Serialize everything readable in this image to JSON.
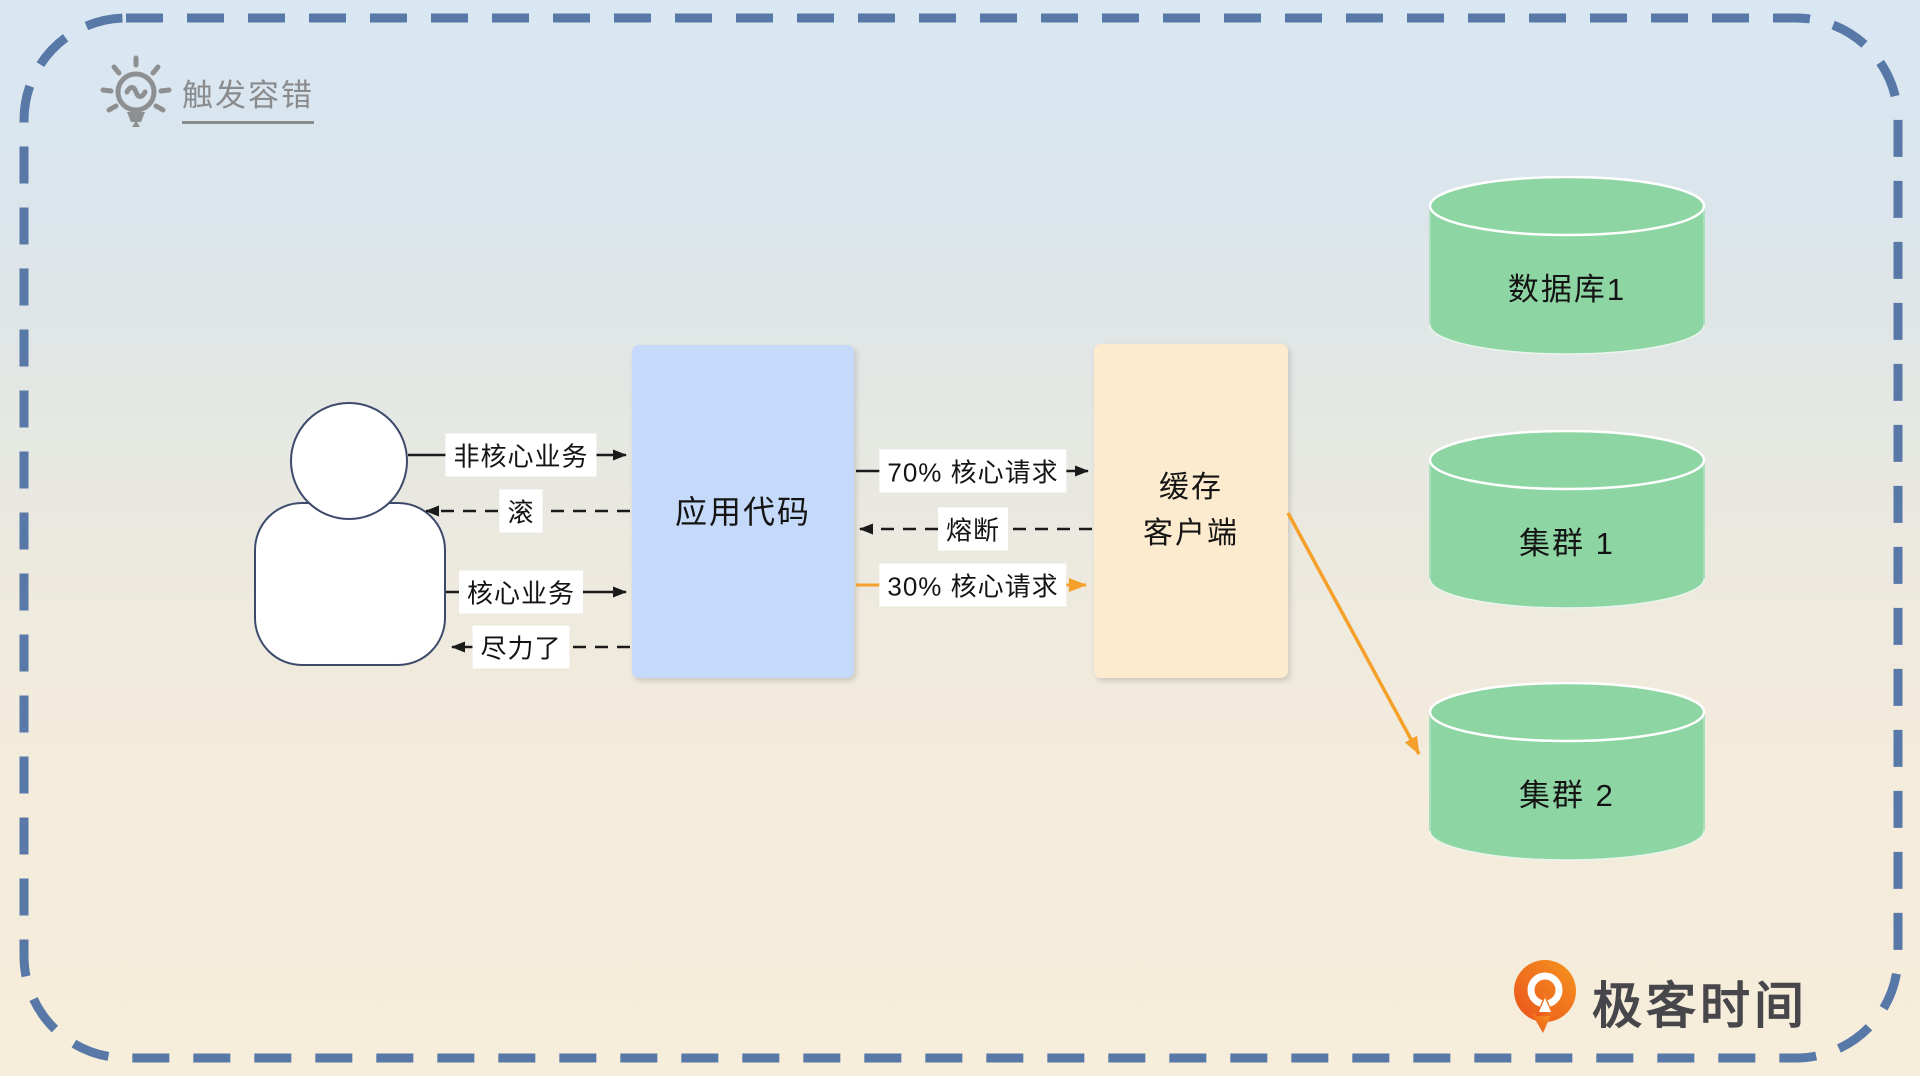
{
  "header": {
    "title": "触发容错",
    "icon": "lightbulb-icon"
  },
  "nodes": {
    "user": {
      "type": "person",
      "label": ""
    },
    "app": {
      "label": "应用代码",
      "fill": "#c5d9fa"
    },
    "cache": {
      "line1": "缓存",
      "line2": "客户端",
      "fill": "#fdebcf"
    },
    "db1": {
      "label": "数据库1",
      "shape": "cylinder",
      "fill": "#8ed5a4"
    },
    "cluster1": {
      "label": "集群 1",
      "shape": "cylinder",
      "fill": "#8ed5a4"
    },
    "cluster2": {
      "label": "集群 2",
      "shape": "cylinder",
      "fill": "#8ed5a4"
    }
  },
  "edges": {
    "user_app": [
      {
        "label": "非核心业务",
        "style": "solid",
        "direction": "user-to-app",
        "color": "#1a1a1a"
      },
      {
        "label": "滚",
        "style": "dashed",
        "direction": "app-to-user",
        "color": "#1a1a1a"
      },
      {
        "label": "核心业务",
        "style": "solid",
        "direction": "user-to-app",
        "color": "#1a1a1a"
      },
      {
        "label": "尽力了",
        "style": "dashed",
        "direction": "app-to-user",
        "color": "#1a1a1a"
      }
    ],
    "app_cache": [
      {
        "label": "70% 核心请求",
        "style": "solid",
        "direction": "app-to-cache",
        "color": "#1a1a1a"
      },
      {
        "label": "熔断",
        "style": "dashed",
        "direction": "cache-to-app",
        "color": "#1a1a1a"
      },
      {
        "label": "30% 核心请求",
        "style": "solid",
        "direction": "app-to-cache",
        "color": "#f5a02a"
      }
    ],
    "cache_cluster2": {
      "label": "",
      "style": "solid",
      "direction": "cache-to-cluster2",
      "color": "#f5a02a"
    }
  },
  "footer": {
    "brand": "极客时间",
    "icon": "geektime-logo"
  },
  "colors": {
    "border_dash": "#5878a8",
    "accent_orange": "#f5a02a",
    "box_blue": "#c5d9fa",
    "box_peach": "#fdebcf",
    "cylinder_green": "#8ed5a4",
    "title_gray": "#8a8b8d"
  }
}
